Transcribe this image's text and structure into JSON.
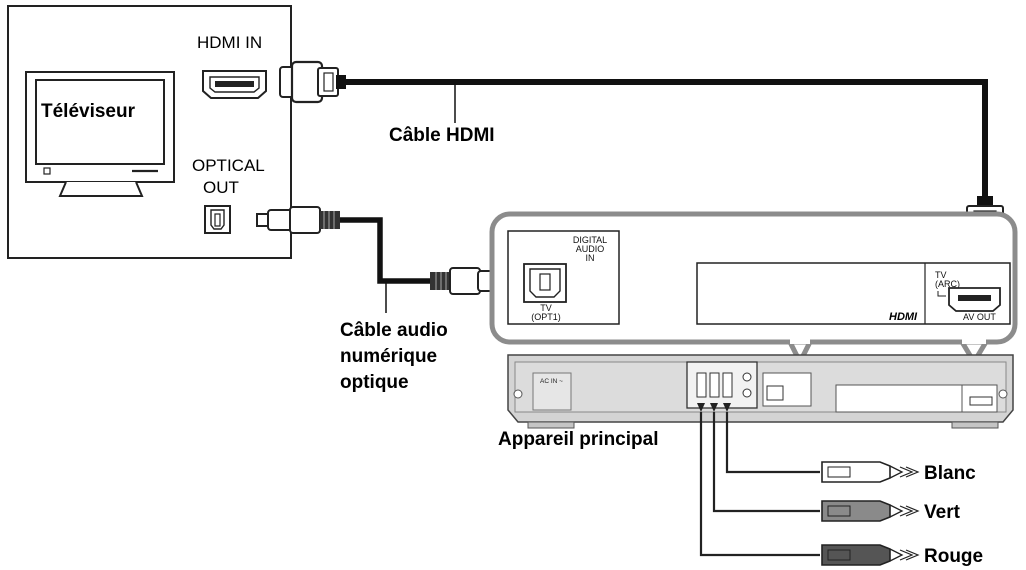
{
  "tv": {
    "label": "Téléviseur",
    "hdmi_in_label": "HDMI IN",
    "optical_out_label_line1": "OPTICAL",
    "optical_out_label_line2": "OUT"
  },
  "cables": {
    "hdmi_cable_label": "Câble HDMI",
    "optical_cable_label_line1": "Câble audio",
    "optical_cable_label_line2": "numérique",
    "optical_cable_label_line3": "optique"
  },
  "main_unit": {
    "label": "Appareil principal",
    "digital_audio_in_line1": "DIGITAL",
    "digital_audio_in_line2": "AUDIO",
    "digital_audio_in_line3": "IN",
    "tv_opt1_line1": "TV",
    "tv_opt1_line2": "(OPT1)",
    "tv_arc_line1": "TV",
    "tv_arc_line2": "(ARC)",
    "av_out_label": "AV OUT",
    "hdmi_logo": "HDMI",
    "ac_in_label": "AC IN ~"
  },
  "speaker_wires": [
    {
      "label": "Blanc",
      "color": "#ffffff"
    },
    {
      "label": "Vert",
      "color": "#8a8a8a"
    },
    {
      "label": "Rouge",
      "color": "#555555"
    }
  ]
}
